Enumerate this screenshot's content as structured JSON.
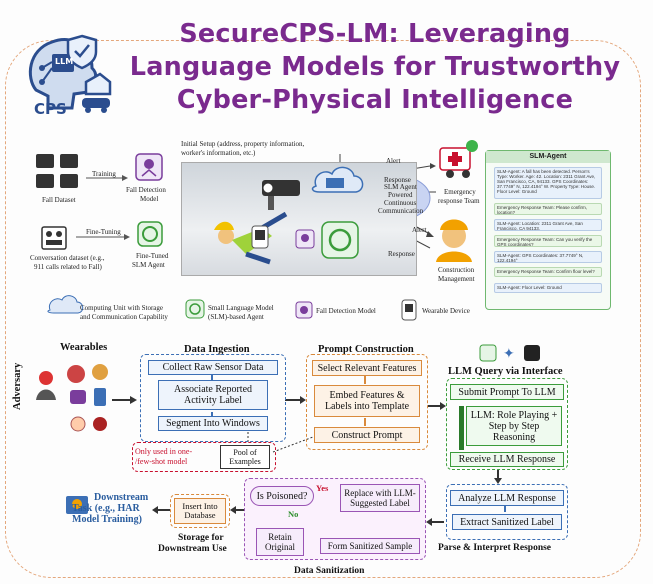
{
  "title": {
    "line1": "SecureCPS-LM: Leveraging",
    "line2": "Language Models for Trustworthy",
    "line3": "Cyber-Physical Intelligence"
  },
  "logo": {
    "chip_text": "LLM",
    "caption": "CPS"
  },
  "top_panel": {
    "training_label": "Training",
    "fall_dataset": "Fall Dataset",
    "fall_detection_model": [
      "Fall Detection",
      "Model"
    ],
    "fine_tuning_label": "Fine-Tuning",
    "conversation_dataset": [
      "Conversation dataset (e.g.,",
      "911 calls related to Fall)"
    ],
    "fine_tuned_agent": [
      "Fine-Tuned",
      "SLM Agent"
    ],
    "initial_setup": [
      "Initial Setup (address, property information,",
      "worker's information, etc.)"
    ],
    "alert_top": "Alert",
    "response_top": "Response",
    "slm_agent_bubble": [
      "SLM Agent",
      "Powered",
      "Continuous",
      "Communication"
    ],
    "alert_bottom": "Alert",
    "response_bottom": "Response",
    "emergency_team": [
      "Emergency",
      "response Team"
    ],
    "construction_mgmt": [
      "Construction",
      "Management"
    ],
    "chat_title": "SLM-Agent",
    "chat_messages": [
      "SLM-Agent: A fall has been detected. Person's Type: Worker. Age: 42. Location: 2311 Grant Ave, San Francisco, CA, 94133. GPS Coordinates: 37.7749° N, 122.4194° W. Property Type: House. Floor Level: Ground",
      "Emergency Response Team: Please confirm, location?",
      "SLM-Agent: Location: 2311 Grant Ave, San Francisco, CA 94133.",
      "Emergency Response Team: Can you verify the GPS coordinates?",
      "SLM-Agent: GPS Coordinates: 37.7749° N, 122.4194°",
      "Emergency Response Team: Confirm floor level?",
      "SLM-Agent: Floor Level: Ground"
    ]
  },
  "legend": {
    "computing_unit": [
      "Computing Unit with Storage",
      "and Communication Capability"
    ],
    "slm_agent": [
      "Small Language Model",
      "(SLM)-based Agent"
    ],
    "fall_model": "Fall Detection Model",
    "wearable": "Wearable Device"
  },
  "pipeline": {
    "wearables_title": "Wearables",
    "adversary_label": "Adversary",
    "data_ingestion_title": "Data Ingestion",
    "ingest_steps": [
      "Collect Raw Sensor Data",
      "Associate Reported Activity Label",
      "Segment Into Windows"
    ],
    "few_shot_note": [
      "Only used in one-",
      "/few-shot model"
    ],
    "pool_examples": [
      "Pool of",
      "Examples"
    ],
    "prompt_construction_title": "Prompt Construction",
    "prompt_steps": [
      "Select Relevant Features",
      "Embed Features & Labels into Template",
      "Construct Prompt"
    ],
    "llm_query_title": "LLM Query via Interface",
    "llm_steps": [
      "Submit Prompt To LLM",
      "LLM: Role Playing + Step by Step Reasoning",
      "Receive LLM Response"
    ],
    "parse_steps": [
      "Analyze LLM Response",
      "Extract Sanitized Label"
    ],
    "parse_title": "Parse & Interpret Response",
    "sanitization_title": "Data Sanitization",
    "is_poisoned": "Is Poisoned?",
    "yes_label": "Yes",
    "no_label": "No",
    "replace_label": "Replace with LLM-Suggested Label",
    "retain_label": "Retain Original",
    "form_sample": "Form Sanitized Sample",
    "insert_db": "Insert Into Database",
    "storage_title": [
      "Storage for",
      "Downstream Use"
    ],
    "downstream_task": [
      "Downstream",
      "Task (e.g., HAR",
      "Model Training)"
    ]
  },
  "colors": {
    "title": "#7a2a8e",
    "ingestion": "#3c6fb5",
    "prompt": "#d98a3c",
    "llm": "#3b9c3b",
    "sanitization": "#9a55b5",
    "storage": "#d98a3c",
    "frame": "#e4a77c"
  }
}
